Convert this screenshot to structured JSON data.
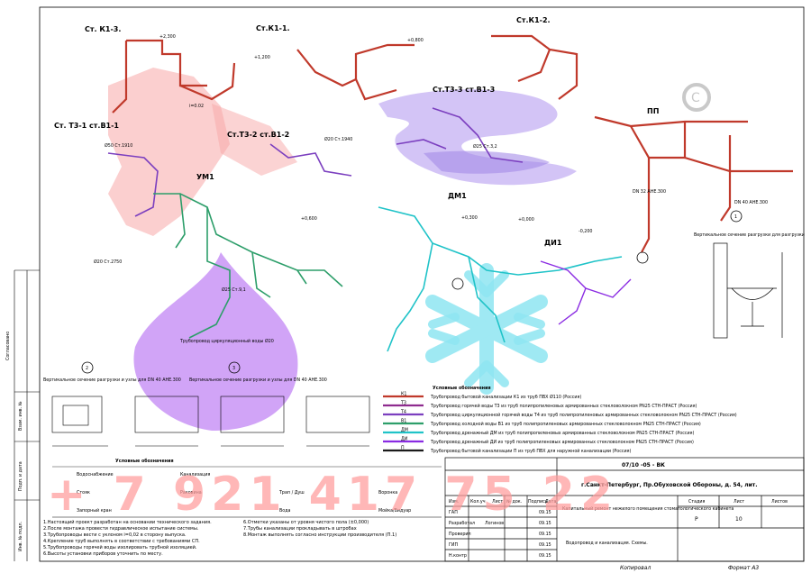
{
  "sheet": {
    "section_labels": {
      "k1_3": "Ст. К1-3.",
      "k1_1": "Ст.К1-1.",
      "k1_2": "Ст.К1-2.",
      "t3_1": "Ст. Т3-1 ст.В1-1",
      "t3_2": "Ст.Т3-2 ст.В1-2",
      "t3_3": "Ст.Т3-3 ст.В1-3",
      "pp": "ПП",
      "um1": "УМ1",
      "dm1_a": "ДМ1",
      "dm1_b": "ДИ1"
    },
    "pipe_labels": [
      "Ø50 Ст.1910",
      "Ø20 Ст.1940",
      "Ø25 Ст.9,1",
      "DN 32 АНЕ.300",
      "DN 40 АНЕ.300",
      "Ø20 Ст.2750",
      "Ø25 Ст.3,2",
      "i=0.02",
      "Трубопровод циркуляционный воды Ø20"
    ],
    "elevation_marks": [
      "+2,300",
      "+1,200",
      "+0,800",
      "+0,600",
      "+0,300",
      "+0,000",
      "-0,200"
    ],
    "circle_marks": [
      "1",
      "2",
      "3"
    ],
    "detail_notes": [
      "Вертикальное сечение разгрузки и узлы для DN 40 АНЕ.300",
      "Вертикальное сечение разгрузки и узлы для DN 40 АНЕ.300",
      "Вертикальное сечение разгрузки для разгрузки"
    ],
    "legend_title": "Условные обозначения",
    "legend": [
      {
        "code": "К1",
        "color": "#c0392b",
        "text": "Трубопровод бытовой канализации К1 из труб ПВХ Ø110 (Россия)"
      },
      {
        "code": "Т3",
        "color": "#8e2b8e",
        "text": "Трубопровод горячей воды Т3 из труб полипропиленовых армированных стекловолокном PN25 СТН-ПРАСТ (Россия)"
      },
      {
        "code": "Т4",
        "color": "#7b3fbf",
        "text": "Трубопровод циркуляционной горячей воды Т4 из труб полипропиленовых армированных стекловолокном PN25 СТН-ПРАСТ (Россия)"
      },
      {
        "code": "В1",
        "color": "#2d9e6a",
        "text": "Трубопровод холодной воды В1 из труб полипропиленовых армированных стекловолокном PN25 СТН-ПРАСТ (Россия)"
      },
      {
        "code": "ДМ",
        "color": "#20c3c8",
        "text": "Трубопровод дренажный ДМ из труб полипропиленовых армированных стекловолокном PN25 СТН-ПРАСТ (Россия)"
      },
      {
        "code": "ДИ",
        "color": "#8a2be2",
        "text": "Трубопровод дренажный ДИ из труб полипропиленовых армированных стекловолокном PN25 СТН-ПРАСТ (Россия)"
      },
      {
        "code": "П",
        "color": "#1a1a1a",
        "text": "Трубопровод бытовой канализации П из труб ПВХ для наружной канализации (Россия)"
      }
    ],
    "symbols_title": "Условные обозначения",
    "symbols": [
      "Водоснабжение",
      "Канализация",
      "Стояк",
      "Раковина",
      "Запорный кран",
      "Трап / Душ",
      "Вода",
      "Воронка",
      "Мойка/Видуар"
    ],
    "notes": [
      "1.Настоящий проект разработан на основании технического задания.",
      "2.После монтажа провести гидравлическое испытание системы.",
      "3.Трубопроводы вести с уклоном i=0,02 в сторону выпуска.",
      "4.Крепление труб выполнять в соответствии с требованиями СП.",
      "5.Трубопроводы горячей воды изолировать трубной изоляцией.",
      "6.Высоты установки приборов уточнить по месту."
    ],
    "notes_right": [
      "6.Отметки указаны от уровня чистого пола (±0,000)",
      "7.Трубы канализации прокладывать в штробах",
      "8.Монтаж выполнять согласно инструкции производителя (П.1)"
    ],
    "stamp": {
      "doc_code": "07/10 -05 - ВК",
      "address": "г.Санкт-Петербург, Пр.Обуховской Обороны, д. 54, лит.",
      "object": "Капитальный ремонт нежилого помещения стоматологического кабинета",
      "sheet_title": "Водопровод и канализация. Схемы.",
      "stage_head": "Стадия",
      "sheet_head": "Лист",
      "sheets_head": "Листов",
      "stage": "Р",
      "sheet": "10",
      "sheets": "",
      "rows": [
        "ГАП",
        "Разработал",
        "Проверил",
        "ГИП",
        "Н.контр"
      ],
      "names": [
        "",
        "Логинов",
        "",
        "",
        ""
      ],
      "dates": [
        "09.15",
        "09.15",
        "09.15",
        "09.15",
        "09.15"
      ],
      "cols": [
        "Изм.",
        "Кол.уч",
        "Лист",
        "№ док.",
        "Подпись",
        "Дата"
      ]
    },
    "left_strip": [
      "Согласовано",
      "Взам. инв. №",
      "Подп. и дата",
      "Инв. № подл."
    ],
    "footer": {
      "copy": "Копировал",
      "format": "Формат А3"
    },
    "watermark": "+ 7  921  417  75  22"
  }
}
